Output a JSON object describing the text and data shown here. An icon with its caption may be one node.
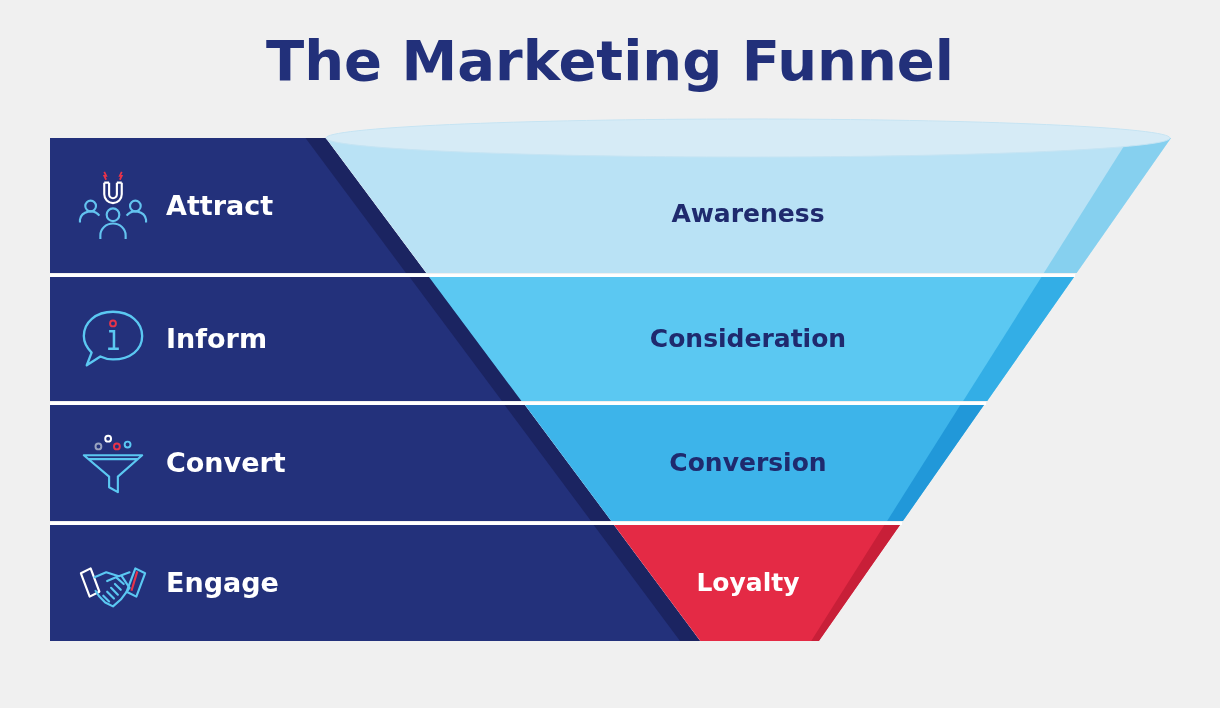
{
  "diagram": {
    "title": "The Marketing Funnel",
    "nodes": [
      {
        "text": [
          "Attract"
        ]
      },
      {
        "text": [
          "Awareness"
        ]
      },
      {
        "text": [
          "Inform"
        ]
      },
      {
        "text": [
          "Consideration"
        ]
      },
      {
        "text": [
          "Convert"
        ]
      },
      {
        "text": [
          "Conversion"
        ]
      },
      {
        "text": [
          "Engage"
        ]
      },
      {
        "text": [
          "Loyalty"
        ]
      }
    ]
  }
}
